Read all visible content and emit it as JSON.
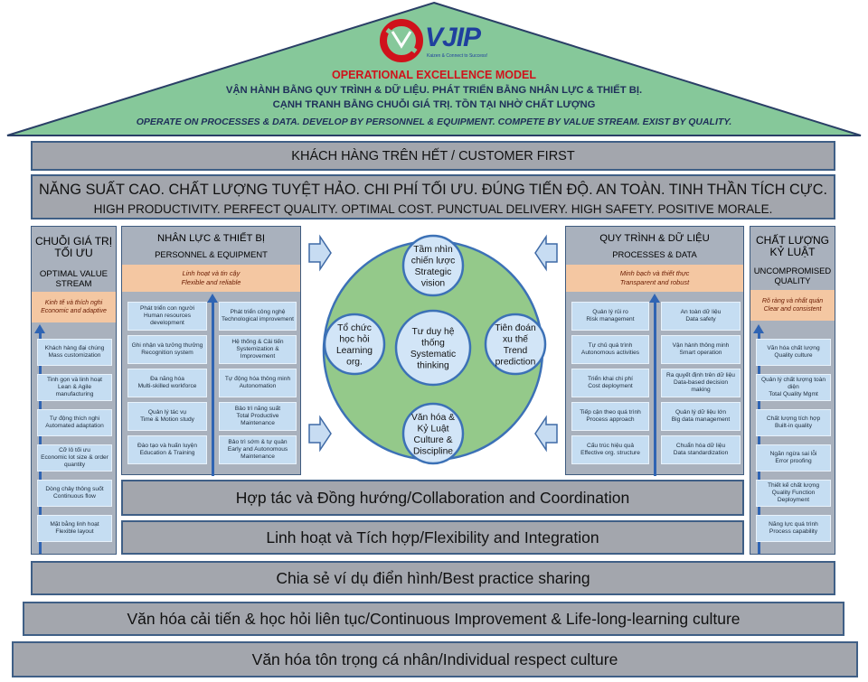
{
  "roof": {
    "logo_text": "VJIP",
    "logo_tagline": "Kaizen & Connect to Success!",
    "title": "OPERATIONAL EXCELLENCE MODEL",
    "line1": "VẬN HÀNH BẰNG QUY TRÌNH & DỮ LIỆU. PHÁT TRIỂN BẰNG NHÂN LỰC & THIẾT BỊ.",
    "line2": "CẠNH TRANH BẰNG CHUỖI GIÁ TRỊ. TỒN TẠI NHỜ CHẤT LƯỢNG",
    "line3": "OPERATE ON PROCESSES & DATA. DEVELOP BY PERSONNEL & EQUIPMENT. COMPETE BY VALUE STREAM. EXIST BY QUALITY."
  },
  "customer_first": "KHÁCH HÀNG TRÊN HẾT / CUSTOMER FIRST",
  "goals": {
    "vi": "NĂNG SUẤT CAO. CHẤT LƯỢNG TUYỆT HẢO. CHI PHÍ TỐI ƯU. ĐÚNG TIẾN ĐỘ. AN TOÀN. TINH THẦN TÍCH CỰC.",
    "en": "HIGH PRODUCTIVITY. PERFECT QUALITY. OPTIMAL COST. PUNCTUAL DELIVERY. HIGH SAFETY. POSITIVE MORALE."
  },
  "value_stream": {
    "title_vi_1": "CHUỖI GIÁ TRỊ",
    "title_vi_2": "TỐI ƯU",
    "title_en_1": "OPTIMAL VALUE",
    "title_en_2": "STREAM",
    "sub_vi": "Kinh tế và thích nghi",
    "sub_en": "Economic and adaptive",
    "items": [
      {
        "vi": "Khách hàng đại chúng",
        "en": "Mass customization"
      },
      {
        "vi": "Tinh gọn và linh hoạt",
        "en": "Lean & Agile manufacturing"
      },
      {
        "vi": "Tự động thích nghi",
        "en": "Automated adaptation"
      },
      {
        "vi": "Cỡ lô tối ưu",
        "en": "Economic lot size & order quantity"
      },
      {
        "vi": "Dòng chảy thông suốt",
        "en": "Continuous flow"
      },
      {
        "vi": "Mặt bằng linh hoạt",
        "en": "Flexible layout"
      }
    ]
  },
  "personnel": {
    "title_vi": "NHÂN LỰC & THIẾT BỊ",
    "title_en": "PERSONNEL & EQUIPMENT",
    "sub_vi": "Linh hoạt và tin cậy",
    "sub_en": "Flexible and reliable",
    "left": [
      {
        "vi": "Phát triển con người",
        "en": "Human resources development"
      },
      {
        "vi": "Ghi nhận và tưởng thưởng",
        "en": "Recognition system"
      },
      {
        "vi": "Đa năng hóa",
        "en": "Multi-skilled workforce"
      },
      {
        "vi": "Quản lý tác vụ",
        "en": "Time & Motion study"
      },
      {
        "vi": "Đào tạo và huấn luyện",
        "en": "Education & Training"
      }
    ],
    "right": [
      {
        "vi": "Phát triển công nghệ",
        "en": "Technological improvement"
      },
      {
        "vi": "Hệ thống & Cải tiến",
        "en": "Systemization & Improvement"
      },
      {
        "vi": "Tự động hóa thông minh",
        "en": "Autonomation"
      },
      {
        "vi": "Bảo trì năng suất",
        "en": "Total Productive Maintenance"
      },
      {
        "vi": "Bảo trì sớm & tự quản",
        "en": "Early and Autonomous Maintenance"
      }
    ]
  },
  "processes": {
    "title_vi": "QUY TRÌNH & DỮ LIỆU",
    "title_en": "PROCESSES & DATA",
    "sub_vi": "Minh bạch và thiết thực",
    "sub_en": "Transparent and robust",
    "left": [
      {
        "vi": "Quản lý rủi ro",
        "en": "Risk management"
      },
      {
        "vi": "Tự chủ quá trình",
        "en": "Autonomous activities"
      },
      {
        "vi": "Triển khai chi phí",
        "en": "Cost deployment"
      },
      {
        "vi": "Tiếp cận theo quá trình",
        "en": "Process approach"
      },
      {
        "vi": "Cấu trúc hiệu quả",
        "en": "Effective org. structure"
      }
    ],
    "right": [
      {
        "vi": "An toàn dữ liệu",
        "en": "Data safety"
      },
      {
        "vi": "Vận hành thông minh",
        "en": "Smart operation"
      },
      {
        "vi": "Ra quyết định trên dữ liệu",
        "en": "Data-based decision making"
      },
      {
        "vi": "Quản lý dữ liệu lớn",
        "en": "Big data management"
      },
      {
        "vi": "Chuẩn hóa dữ liệu",
        "en": "Data standardization"
      }
    ]
  },
  "quality": {
    "title_vi_1": "CHẤT LƯỢNG",
    "title_vi_2": "KỶ LUẬT",
    "title_en_1": "UNCOMPROMISED",
    "title_en_2": "QUALITY",
    "sub_vi": "Rõ ràng và nhất quán",
    "sub_en": "Clear and consistent",
    "items": [
      {
        "vi": "Văn hóa chất lượng",
        "en": "Quality culture"
      },
      {
        "vi": "Quản lý chất lượng toàn diện",
        "en": "Total Quality Mgmt"
      },
      {
        "vi": "Chất lượng tích hợp",
        "en": "Built-in quality"
      },
      {
        "vi": "Ngăn ngừa sai lỗi",
        "en": "Error proofing"
      },
      {
        "vi": "Thiết kế chất lượng",
        "en": "Quality Function Deployment"
      },
      {
        "vi": "Năng lực quá trình",
        "en": "Process capability"
      }
    ]
  },
  "center": {
    "core": [
      "Tư duy hệ",
      "thống",
      "Systematic",
      "thinking"
    ],
    "top": [
      "Tầm nhìn",
      "chiến lược",
      "Strategic",
      "vision"
    ],
    "left": [
      "Tổ chức",
      "học hỏi",
      "Learning",
      "org."
    ],
    "right": [
      "Tiên đoán",
      "xu thế",
      "Trend",
      "prediction"
    ],
    "bottom": [
      "Văn hóa &",
      "Kỷ Luật",
      "Culture &",
      "Discipline"
    ]
  },
  "collaboration": "Hợp tác và Đồng hướng/Collaboration and Coordination",
  "flexibility": "Linh hoạt và Tích hợp/Flexibility and Integration",
  "best_practice": "Chia sẻ ví dụ điển hình/Best practice sharing",
  "improvement": "Văn hóa cải tiến & học hỏi liên tục/Continuous Improvement & Life-long-learning culture",
  "respect": "Văn hóa tôn trọng cá nhân/Individual respect culture",
  "colors": {
    "accent_red": "#d0121b",
    "navy": "#1f2f5a",
    "roof_green": "#86c89a",
    "circle_green": "#94c98a",
    "cell_blue": "#c5ddf2"
  }
}
